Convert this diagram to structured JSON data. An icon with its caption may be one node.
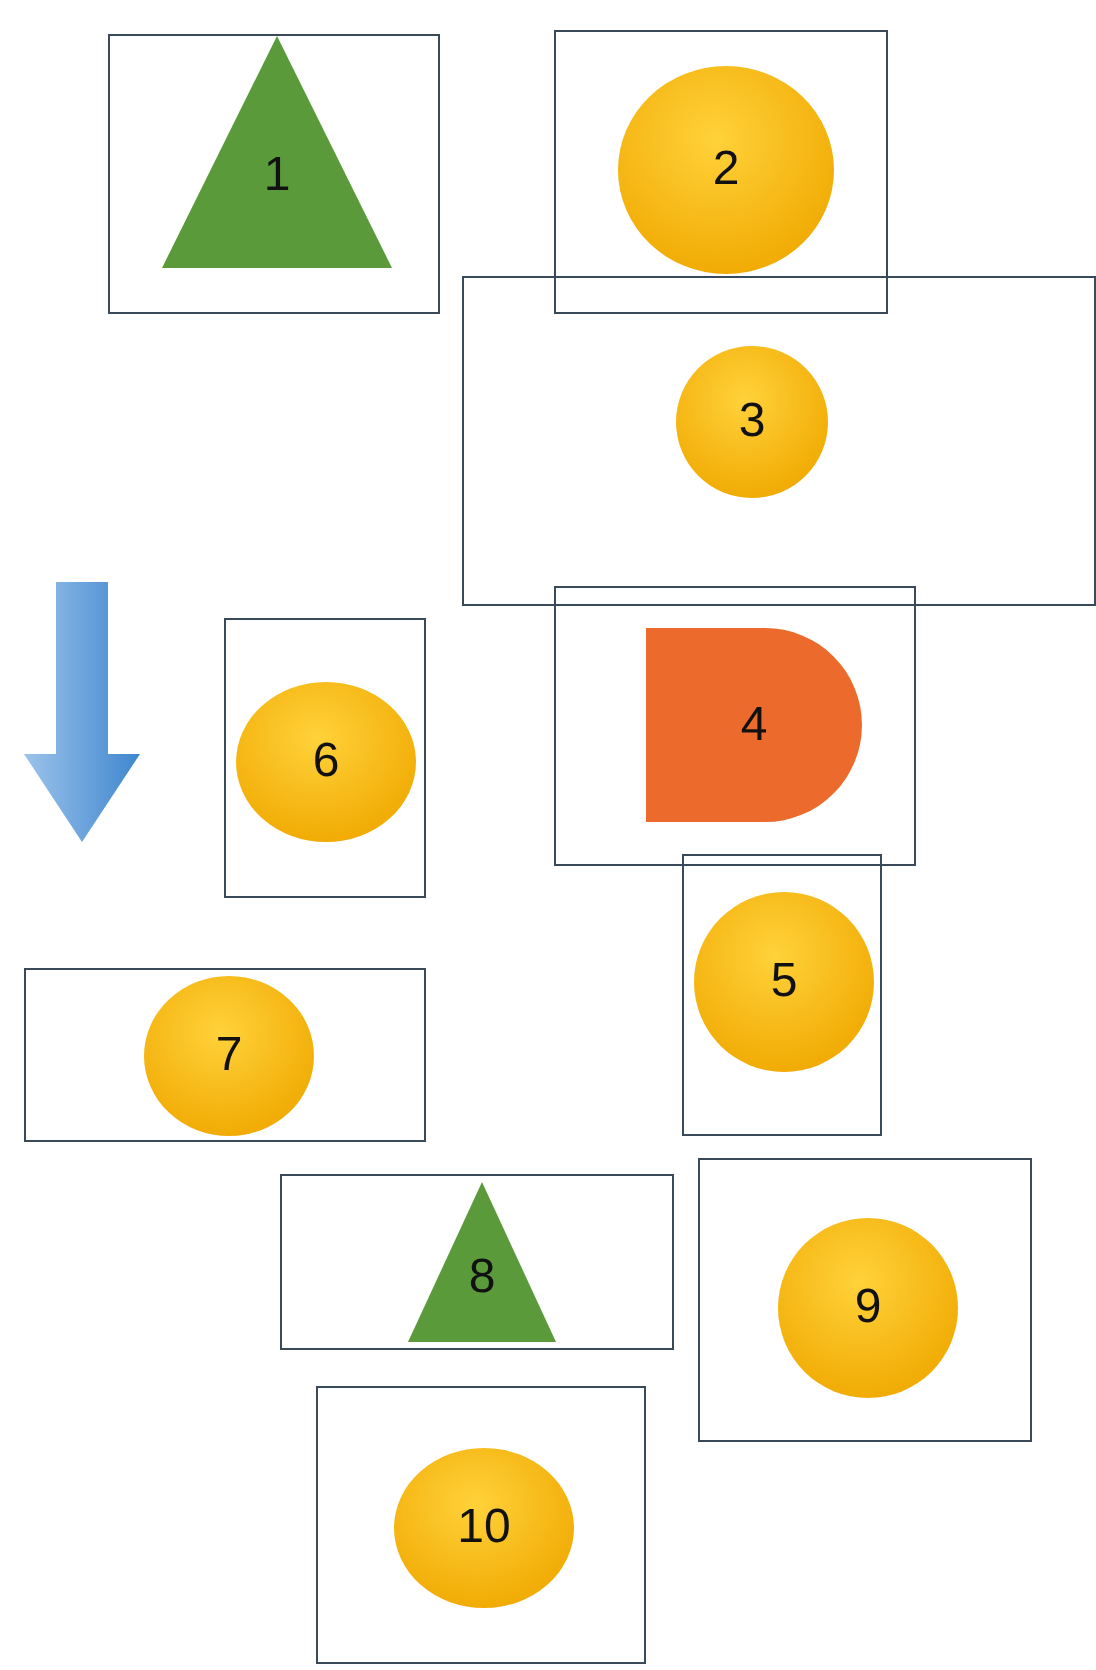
{
  "diagram": {
    "nodes": [
      {
        "text": [],
        "shape": "box"
      },
      {
        "text": [
          "1"
        ],
        "in": 0
      },
      {
        "text": [],
        "shape": "box"
      },
      {
        "text": [
          "2"
        ],
        "in": 2
      },
      {
        "text": [],
        "shape": "box"
      },
      {
        "text": [
          "3"
        ],
        "in": 4
      },
      {
        "text": [],
        "shape": "box"
      },
      {
        "text": [
          "4"
        ],
        "in": 6
      },
      {
        "text": [],
        "shape": "box"
      },
      {
        "text": [
          "5"
        ],
        "in": 8
      },
      {
        "text": [],
        "shape": "box"
      },
      {
        "text": [
          "6"
        ],
        "in": 10
      },
      {
        "text": [],
        "shape": "box"
      },
      {
        "text": [
          "7"
        ],
        "in": 12
      },
      {
        "text": [],
        "shape": "box"
      },
      {
        "text": [
          "8"
        ],
        "in": 14
      },
      {
        "text": [],
        "shape": "box"
      },
      {
        "text": [
          "9"
        ],
        "in": 16
      },
      {
        "text": [],
        "shape": "box"
      },
      {
        "text": [
          "10"
        ],
        "in": 18
      }
    ]
  }
}
